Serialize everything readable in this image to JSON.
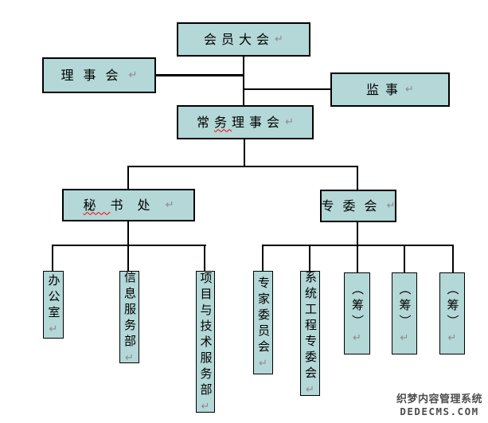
{
  "colors": {
    "box_fill": "#b4d7d7",
    "box_border": "#000000",
    "line": "#000000",
    "text": "#000000",
    "squiggle": "#ff0000",
    "return_mark": "#8c8c8c",
    "watermark": "#4d4d4d"
  },
  "marks": {
    "return_mark": "↵"
  },
  "nodes": {
    "assembly": {
      "label": "会员大会"
    },
    "board": {
      "label": "理事会"
    },
    "supervisor": {
      "label": "监事"
    },
    "standing": {
      "pre": "常",
      "misspelled": "务",
      "post": "理事会"
    },
    "secretariat": {
      "misspelled": "秘",
      "post": "书处"
    },
    "special": {
      "label": "专委会"
    },
    "office": {
      "label": "办公室"
    },
    "info": {
      "label": "信息服务部"
    },
    "project": {
      "label": "项目与技术服务部"
    },
    "expert": {
      "label": "专家委员会"
    },
    "system": {
      "label": "系统工程专委会"
    },
    "prep1": {
      "label": "︵筹︶"
    },
    "prep2": {
      "label": "︵筹︶"
    },
    "prep3": {
      "label": "︵筹︶"
    }
  },
  "watermark": {
    "line1": "织梦内容管理系统",
    "line2": "DEDECMS.COM"
  }
}
